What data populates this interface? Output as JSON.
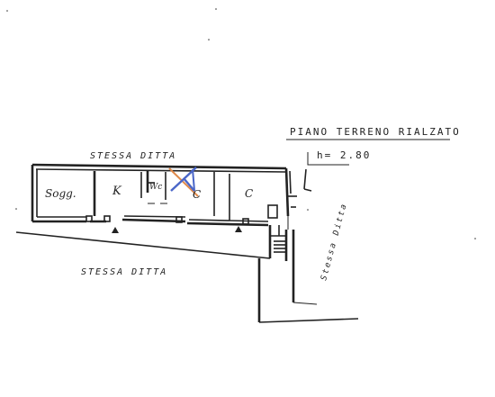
{
  "header": {
    "title": "PIANO TERRENO RIALZATO",
    "height_label": "h= 2.80"
  },
  "boundaries": {
    "north": "STESSA DITTA",
    "south": "STESSA DITTA",
    "east": "Stessa Ditta"
  },
  "rooms": [
    {
      "label": "Sogg."
    },
    {
      "label": "K"
    },
    {
      "label": "Wc"
    },
    {
      "label": "C"
    },
    {
      "label": "C"
    }
  ],
  "colors": {
    "ink": "#222222",
    "stamp_blue": "#4a66c8",
    "stamp_orange": "#e08a4a"
  }
}
